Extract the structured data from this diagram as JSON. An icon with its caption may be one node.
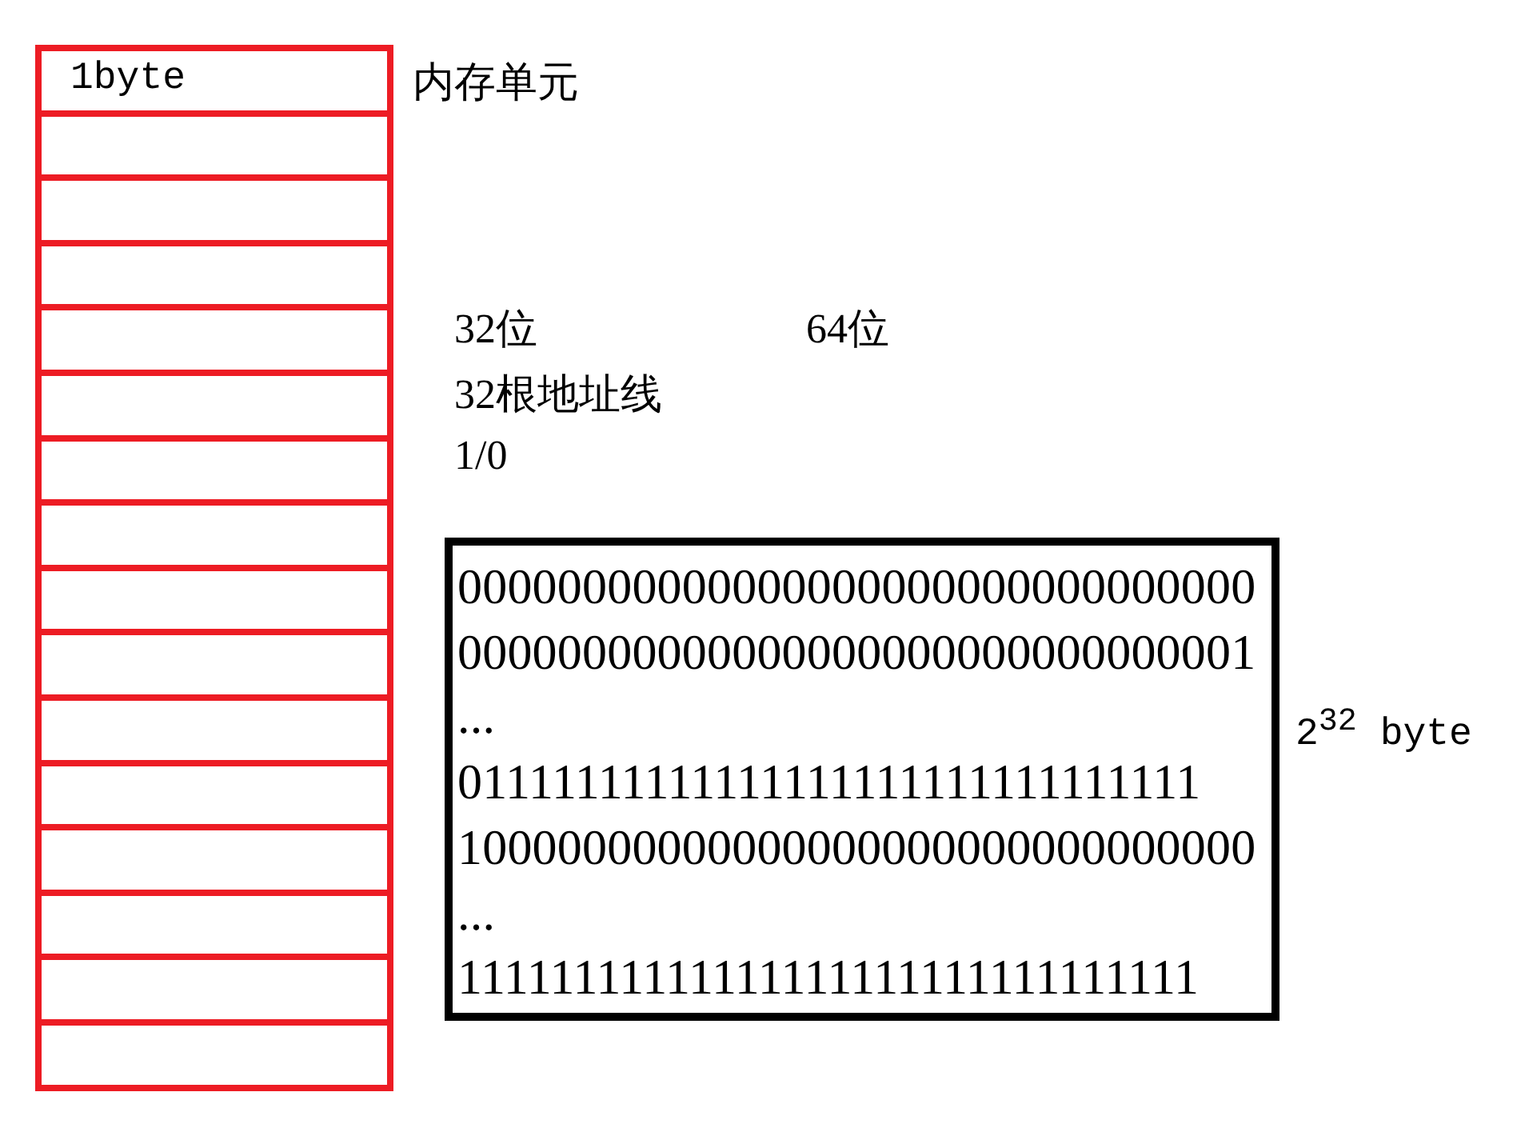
{
  "diagram": {
    "nodes": [
      {
        "text": [
          "1byte"
        ],
        "beside": [
          "内存单元"
        ]
      },
      {
        "text": [],
        "shape": "box"
      },
      {
        "text": [],
        "shape": "box"
      },
      {
        "text": [],
        "shape": "box"
      },
      {
        "text": [],
        "shape": "box"
      },
      {
        "text": [],
        "shape": "box"
      },
      {
        "text": [],
        "shape": "box"
      },
      {
        "text": [],
        "shape": "box"
      },
      {
        "text": [],
        "shape": "box"
      },
      {
        "text": [],
        "shape": "box"
      },
      {
        "text": [],
        "shape": "box"
      },
      {
        "text": [],
        "shape": "box"
      },
      {
        "text": [],
        "shape": "box"
      },
      {
        "text": [],
        "shape": "box"
      },
      {
        "text": [],
        "shape": "box"
      },
      {
        "text": [],
        "shape": "box"
      },
      {
        "text": [
          "00000000000000000000000000000000",
          "00000000000000000000000000000001",
          "...",
          "01111111111111111111111111111111",
          "10000000000000000000000000000000",
          "...",
          "11111111111111111111111111111111"
        ],
        "beside": [
          "2$^{32}$ byte"
        ]
      }
    ],
    "labels": [
      "32位",
      "64位",
      "32根地址线",
      "1/0"
    ]
  }
}
